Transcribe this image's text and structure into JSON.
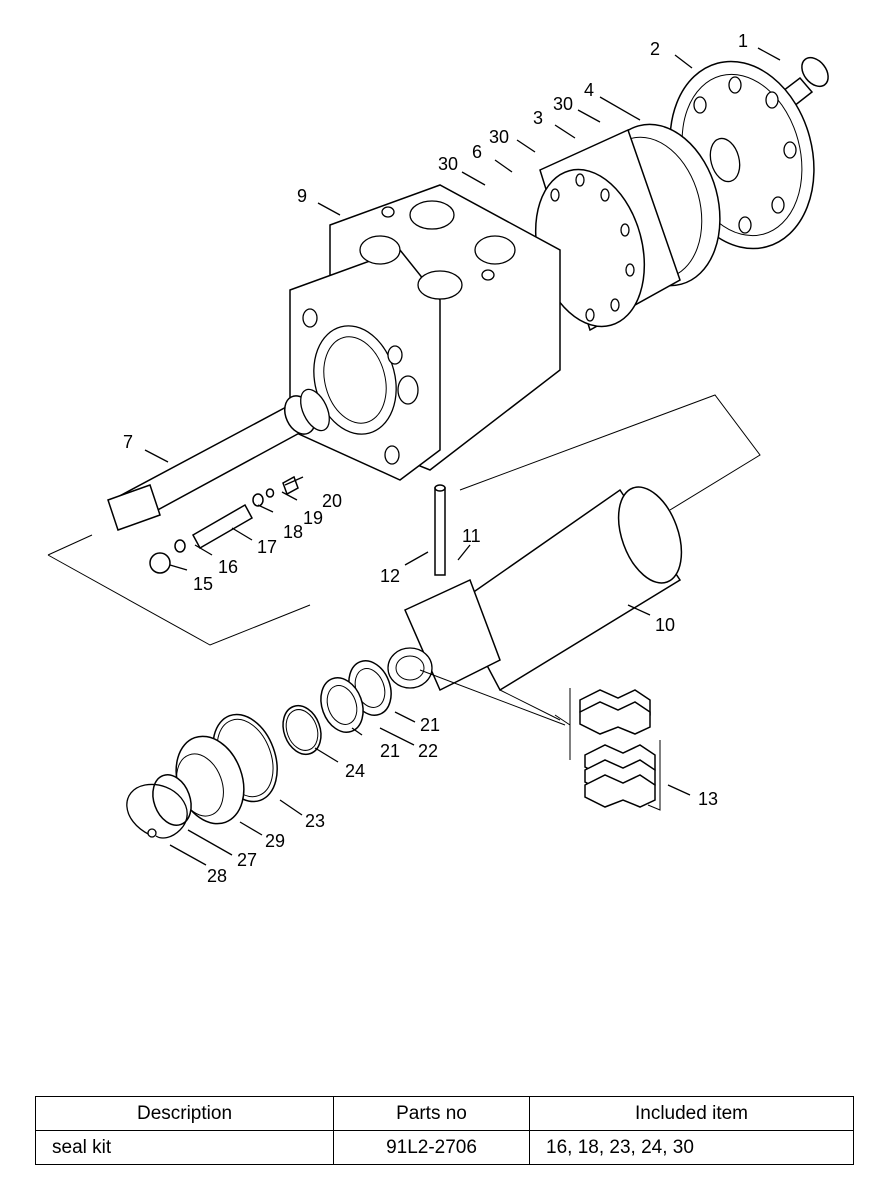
{
  "callouts": [
    "1",
    "2",
    "3",
    "4",
    "6",
    "7",
    "9",
    "10",
    "11",
    "12",
    "13",
    "15",
    "16",
    "17",
    "18",
    "19",
    "20",
    "21",
    "21",
    "22",
    "23",
    "24",
    "27",
    "28",
    "29",
    "30",
    "30",
    "30"
  ],
  "table": {
    "headers": [
      "Description",
      "Parts no",
      "Included item"
    ],
    "rows": [
      {
        "description": "seal kit",
        "part_no": "91L2-2706",
        "included": "16, 18, 23, 24, 30"
      }
    ]
  }
}
